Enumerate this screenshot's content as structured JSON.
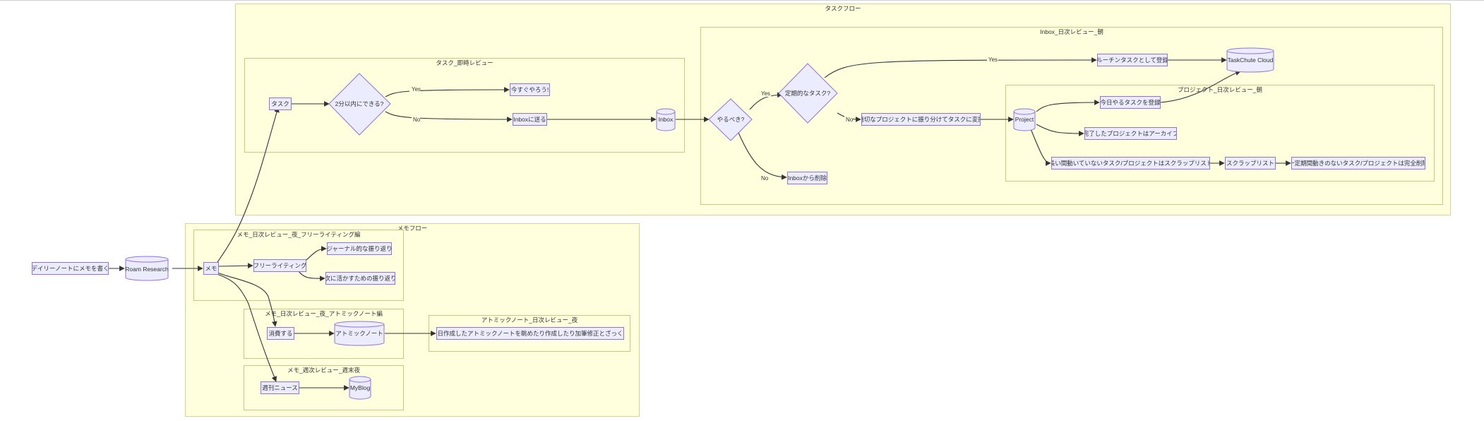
{
  "clusters": {
    "task_flow": "タスクフロー",
    "task_immediate_review": "タスク_即時レビュー",
    "inbox_daily_review": "Inbox_日次レビュー_朝",
    "project_daily_review": "プロジェクト_日次レビュー_朝",
    "memo_flow": "メモフロー",
    "memo_freewriting": "メモ_日次レビュー_夜_フリーライティング編",
    "memo_atomic": "メモ_日次レビュー_夜_アトミックノート編",
    "atomic_daily_review": "アトミックノート_日次レビュー_夜",
    "memo_weekly": "メモ_週次レビュー_週末夜"
  },
  "nodes": {
    "daily_note": "デイリーノートにメモを書く",
    "roam": "Roam Research",
    "memo": "メモ",
    "task": "タスク",
    "two_min": "2分以内にできる?",
    "do_now": "今すぐやろう!",
    "send_inbox": "Inboxに送る",
    "inbox": "Inbox",
    "should_do": "やるべき?",
    "routine_q": "定期的なタスク?",
    "register_routine": "ルーチンタスクとして登録",
    "taskchute": "TaskChute Cloud",
    "convert_project": "適切なプロジェクトに振り分けてタスクに変換",
    "project": "Project",
    "register_today": "今日やるタスクを登録",
    "archive": "完了したプロジェクトはアーカイブ",
    "scrap_move": "長い間動いていないタスク/プロジェクトはスクラップリスト",
    "scraplist": "スクラップリスト",
    "delete": "一定期間動きのないタスク/プロジェクトは完全削除",
    "delete_inbox": "Inboxから削除",
    "freewriting": "フリーライティング",
    "journal": "ジャーナル的な振り返り",
    "next": "次に活かすための振り返り",
    "digest": "消費する",
    "atomic": "アトミックノート",
    "atomic_review": "今日作成したアトミックノートを眺めたり作成したり加筆修正とざっくり",
    "weekly_news": "週刊ニュース",
    "myblog": "MyBlog"
  },
  "edges": {
    "yes": "Yes",
    "no": "No"
  }
}
